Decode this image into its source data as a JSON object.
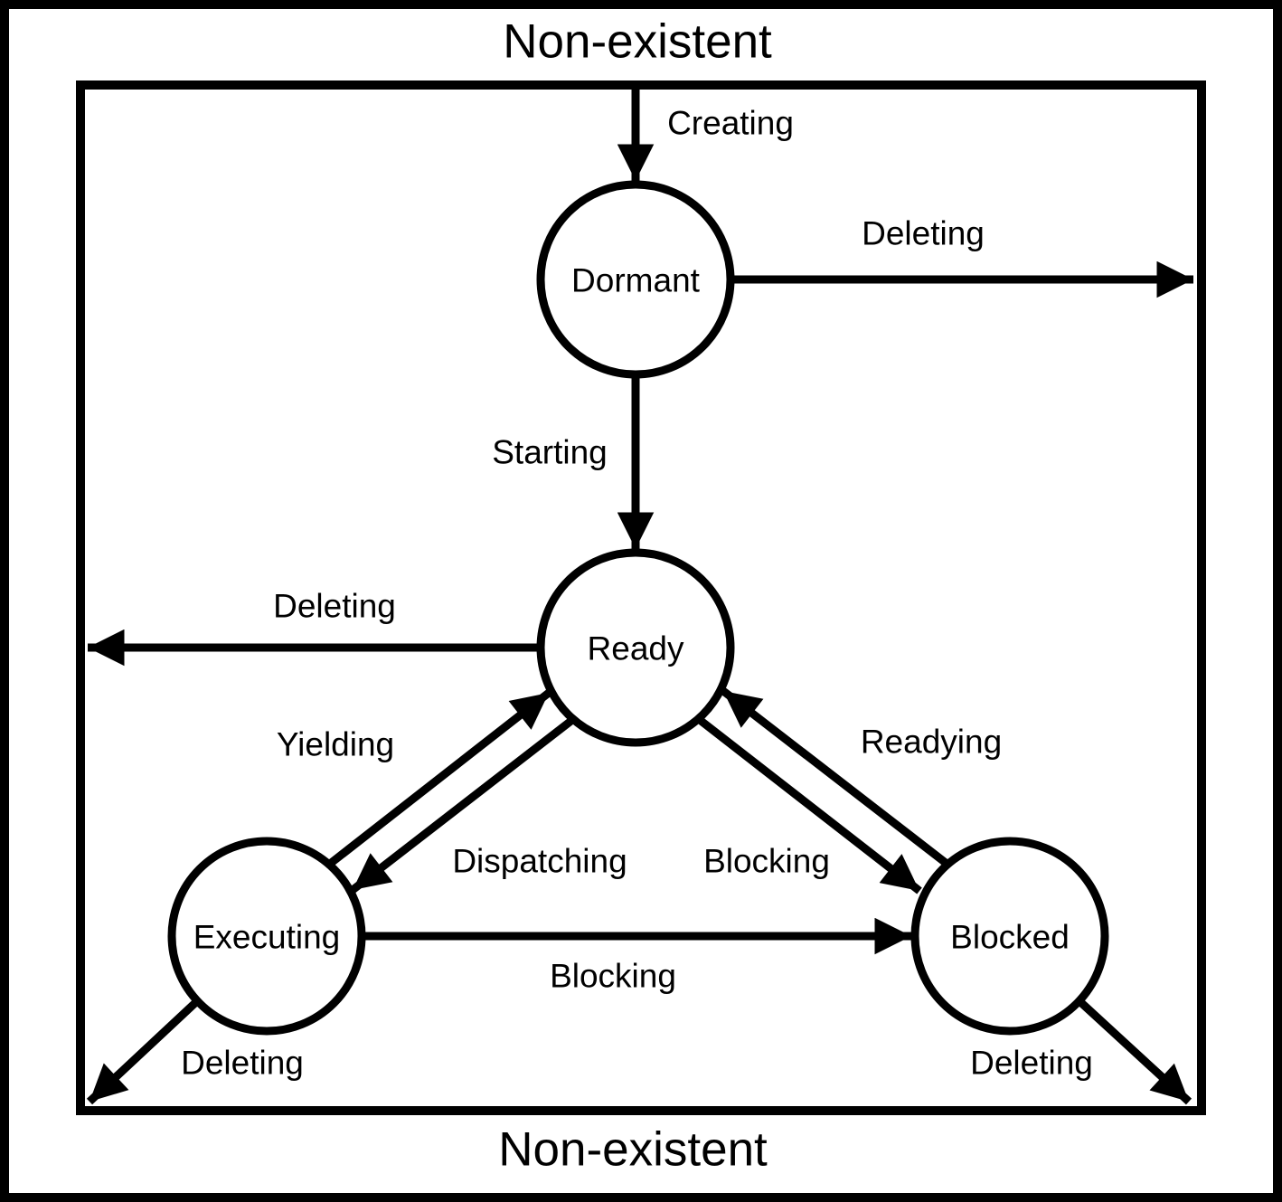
{
  "diagram": {
    "title_top": "Non-existent",
    "title_bottom": "Non-existent",
    "colors": {
      "line": "#000000",
      "background": "#ffffff"
    },
    "states": [
      {
        "id": "dormant",
        "label": "Dormant"
      },
      {
        "id": "ready",
        "label": "Ready"
      },
      {
        "id": "executing",
        "label": "Executing"
      },
      {
        "id": "blocked",
        "label": "Blocked"
      }
    ],
    "transitions": [
      {
        "id": "creating",
        "label": "Creating",
        "from": "Non-existent",
        "to": "Dormant"
      },
      {
        "id": "deleting-dormant",
        "label": "Deleting",
        "from": "Dormant",
        "to": "Non-existent"
      },
      {
        "id": "starting",
        "label": "Starting",
        "from": "Dormant",
        "to": "Ready"
      },
      {
        "id": "deleting-ready",
        "label": "Deleting",
        "from": "Ready",
        "to": "Non-existent"
      },
      {
        "id": "yielding",
        "label": "Yielding",
        "from": "Executing",
        "to": "Ready"
      },
      {
        "id": "dispatching",
        "label": "Dispatching",
        "from": "Ready",
        "to": "Executing"
      },
      {
        "id": "readying",
        "label": "Readying",
        "from": "Blocked",
        "to": "Ready"
      },
      {
        "id": "blocking-ready",
        "label": "Blocking",
        "from": "Ready",
        "to": "Blocked"
      },
      {
        "id": "blocking-executing",
        "label": "Blocking",
        "from": "Executing",
        "to": "Blocked"
      },
      {
        "id": "deleting-executing",
        "label": "Deleting",
        "from": "Executing",
        "to": "Non-existent"
      },
      {
        "id": "deleting-blocked",
        "label": "Deleting",
        "from": "Blocked",
        "to": "Non-existent"
      }
    ]
  }
}
